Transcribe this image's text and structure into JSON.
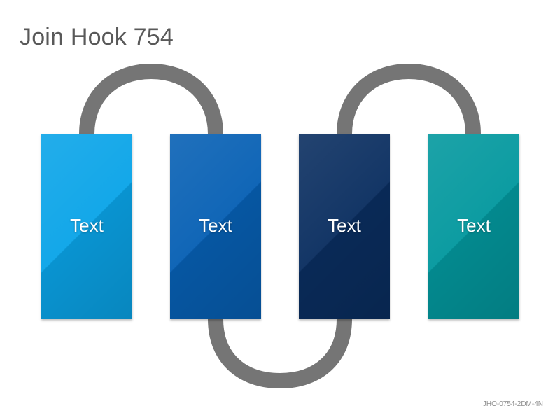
{
  "title": "Join Hook 754",
  "blocks": [
    {
      "label": "Text",
      "color": "#0AA4E8"
    },
    {
      "label": "Text",
      "color": "#0760B4"
    },
    {
      "label": "Text",
      "color": "#0A2E60"
    },
    {
      "label": "Text",
      "color": "#03989E"
    }
  ],
  "connector_color": "#757575",
  "footer_code": "JHO-0754-2DM-4N"
}
